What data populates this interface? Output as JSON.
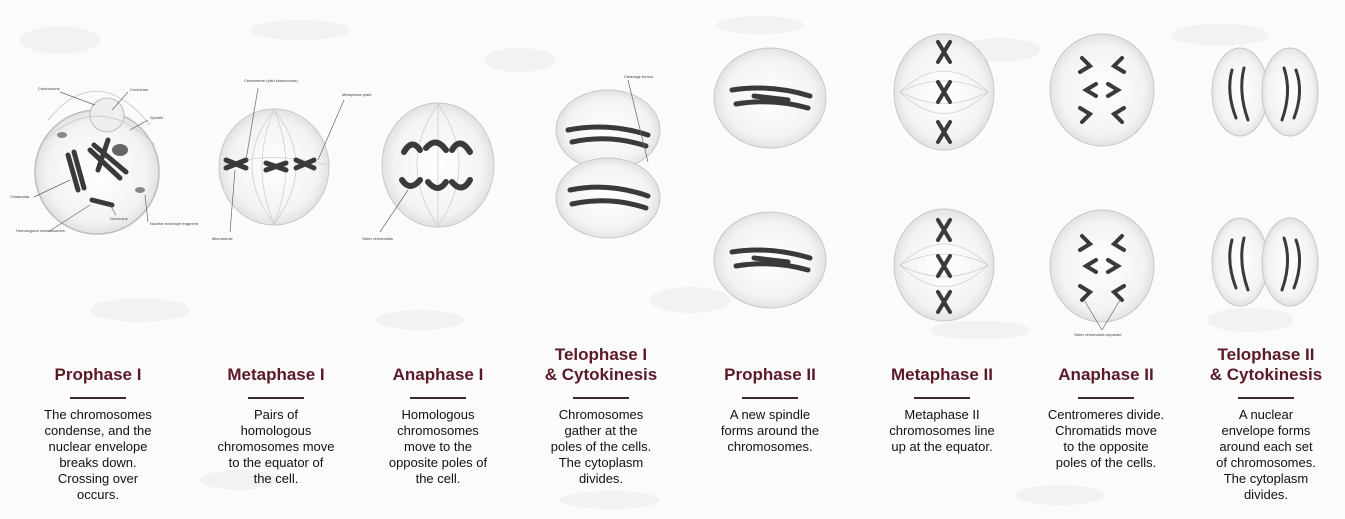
{
  "colors": {
    "title": "#5b1a27",
    "text": "#111111",
    "chromosome": "#3a3a3a",
    "cell_outline": "#c8c8c8"
  },
  "stages": [
    {
      "title": "Prophase I",
      "description": "The chromosomes\ncondense, and the\nnuclear envelope\nbreaks down.\nCrossing over\noccurs."
    },
    {
      "title": "Metaphase I",
      "description": "Pairs of\nhomologous\nchromosomes move\nto the equator of\nthe cell."
    },
    {
      "title": "Anaphase I",
      "description": "Homologous\nchromosomes\nmove to the\nopposite poles of\nthe cell."
    },
    {
      "title": "Telophase I\n& Cytokinesis",
      "description": "Chromosomes\ngather at the\npoles of the cells.\nThe cytoplasm\ndivides."
    },
    {
      "title": "Prophase II",
      "description": "A new spindle\nforms around the\nchromosomes."
    },
    {
      "title": "Metaphase II",
      "description": "Metaphase II\nchromosomes line\nup at the equator."
    },
    {
      "title": "Anaphase II",
      "description": "Centromeres divide.\nChromatids move\nto the opposite\npoles of the cells."
    },
    {
      "title": "Telophase II\n& Cytokinesis",
      "description": "A nuclear\nenvelope forms\naround each set\nof chromosomes.\nThe cytoplasm\ndivides."
    }
  ],
  "diagram_labels": {
    "prophase1": {
      "centrosome": "Centrosome",
      "centrioles": "Centrioles",
      "nucleolus": "Nucleolus",
      "chiasmata": "Chiasmata",
      "homologous_chromosomes": "Homologous chromosomes",
      "nuclear_envelope_fragment": "Nuclear envelope fragment",
      "spindle": "Spindle"
    },
    "metaphase1": {
      "centromere": "Centromere (with kinetochore)",
      "metaphase_plate": "Metaphase plate",
      "microtubule": "Microtubule"
    },
    "anaphase1": {
      "sister_chromatids": "Sister chromatids"
    },
    "telophase1": {
      "cleavage_furrow": "Cleavage furrow"
    },
    "anaphase2": {
      "sister_chromatids_separate": "Sister chromatids separate"
    }
  }
}
